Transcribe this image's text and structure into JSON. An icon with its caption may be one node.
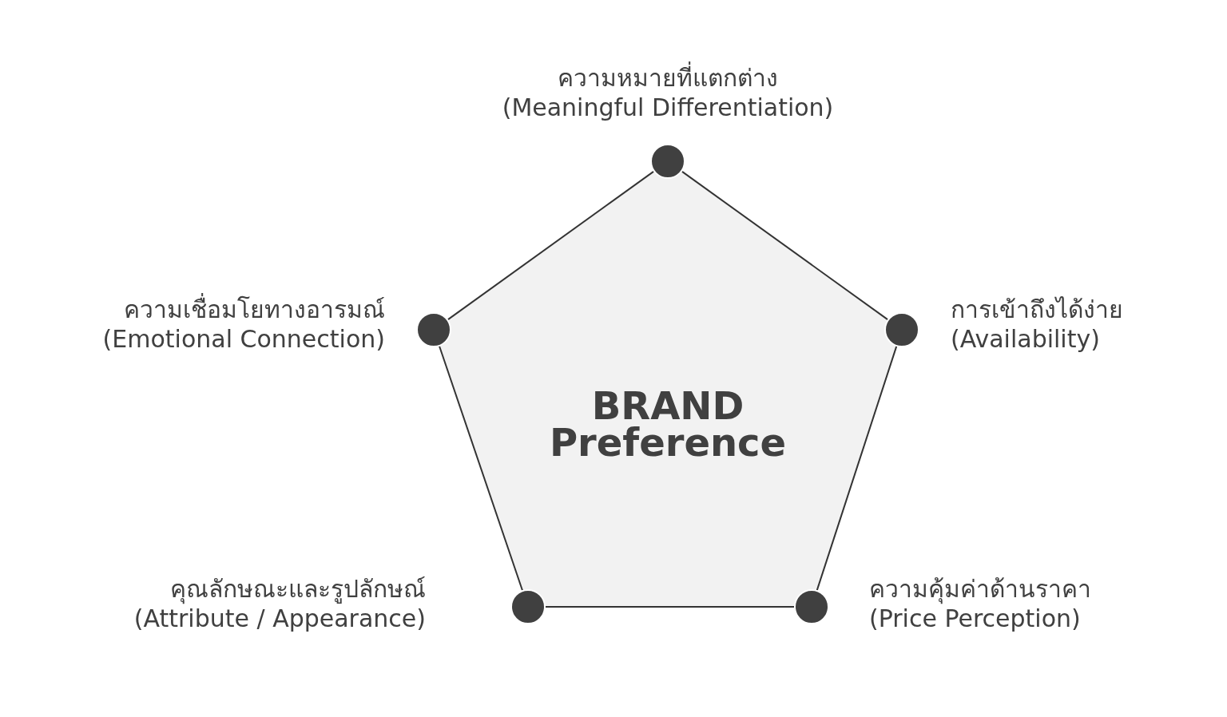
{
  "diagram": {
    "nodes": [
      {
        "text": [],
        "shape": "circle",
        "beside": [
          "ความหมายที่แตกต่าง",
          "(Meaningful Differentiation)"
        ]
      },
      {
        "text": [],
        "shape": "circle",
        "beside": [
          "ความเชื่อมโยทางอารมณ์",
          "(Emotional Connection)"
        ]
      },
      {
        "text": [],
        "shape": "circle",
        "beside": [
          "การเข้าถึงได้ง่าย",
          "(Availability)"
        ]
      },
      {
        "text": [
          "BRAND Preference"
        ]
      },
      {
        "text": [],
        "shape": "circle",
        "beside": [
          "คุณลักษณะและรูปลักษณ์",
          "(Attribute / Appearance)"
        ]
      },
      {
        "text": [],
        "shape": "circle",
        "beside": [
          "ความคุ้มค่าด้านราคา",
          "(Price Perception)"
        ]
      }
    ],
    "edges": [
      {
        "from": 0,
        "to": 2,
        "arrow": "none"
      },
      {
        "from": 2,
        "to": 5,
        "arrow": "none"
      },
      {
        "from": 5,
        "to": 4,
        "arrow": "none"
      },
      {
        "from": 4,
        "to": 1,
        "arrow": "none"
      },
      {
        "from": 1,
        "to": 0,
        "arrow": "none"
      }
    ]
  }
}
